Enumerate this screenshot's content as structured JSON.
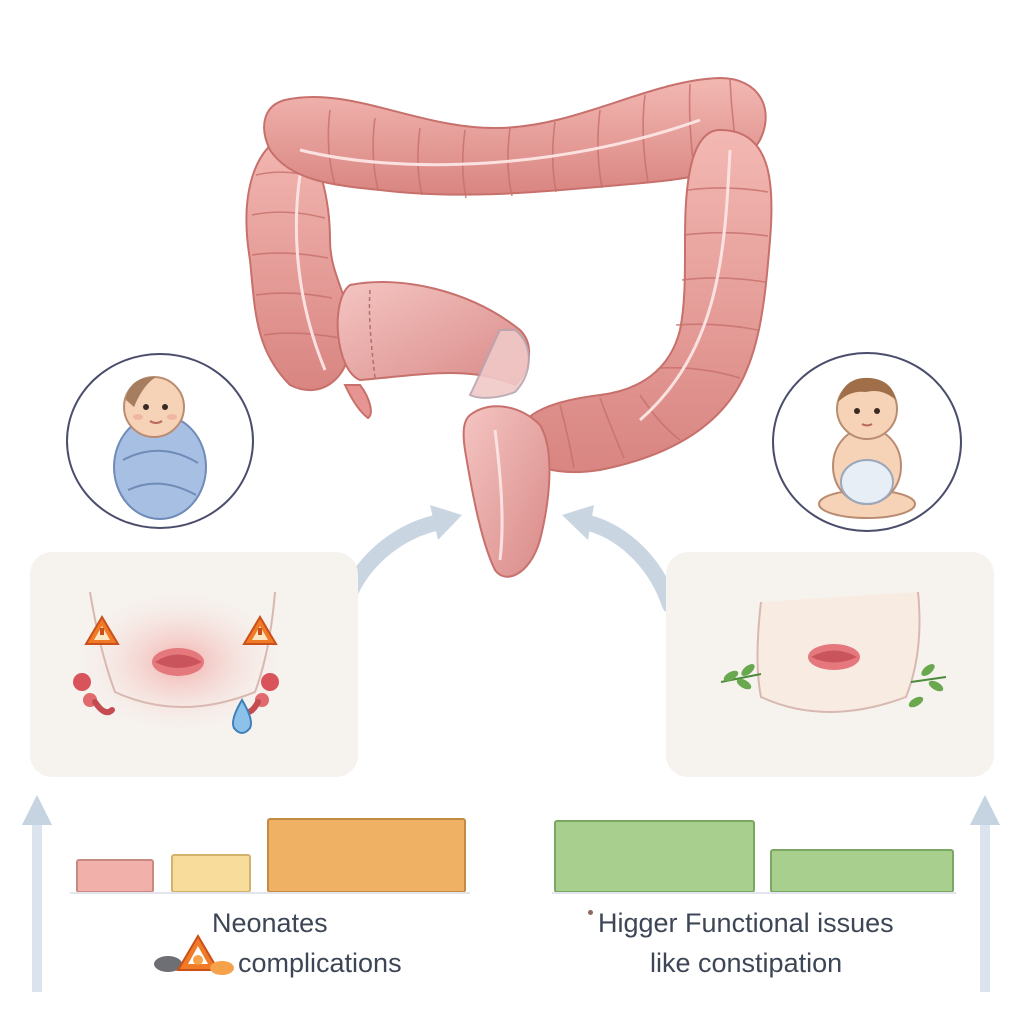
{
  "left_section": {
    "caption_line1": "Neonates",
    "caption_line2": "complications",
    "bars": [
      {
        "color": "#f2b0aa",
        "border": "#c98983",
        "level": 0.41
      },
      {
        "color": "#f8dc9c",
        "border": "#d3b26b",
        "level": 0.47
      },
      {
        "color": "#efb265",
        "border": "#c48a44",
        "level": 0.92
      }
    ]
  },
  "right_section": {
    "caption_line1": "Higger Functional issues",
    "caption_line2": "like constipation",
    "bars": [
      {
        "color": "#a8cf8d",
        "border": "#7aa761",
        "level": 0.89
      },
      {
        "color": "#a8cf8d",
        "border": "#7aa761",
        "level": 0.54
      }
    ]
  },
  "colors": {
    "colon": "#eb9f9b",
    "colon_shadow": "#cf7c78",
    "arrow": "#c9d6e2",
    "warning": "#f07a26"
  }
}
